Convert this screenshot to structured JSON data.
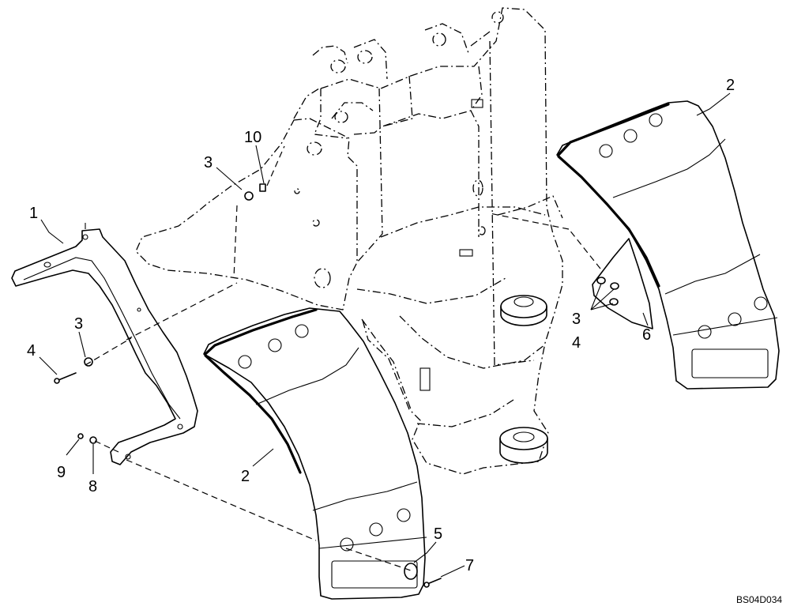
{
  "figure": {
    "reference_code": "BS04D034"
  },
  "callouts": {
    "c1": "1",
    "c2_left": "2",
    "c2_right": "2",
    "c3_upper": "3",
    "c3_left": "3",
    "c3_right": "3",
    "c4_left": "4",
    "c4_right": "4",
    "c5": "5",
    "c6": "6",
    "c7": "7",
    "c8": "8",
    "c9": "9",
    "c10": "10"
  }
}
